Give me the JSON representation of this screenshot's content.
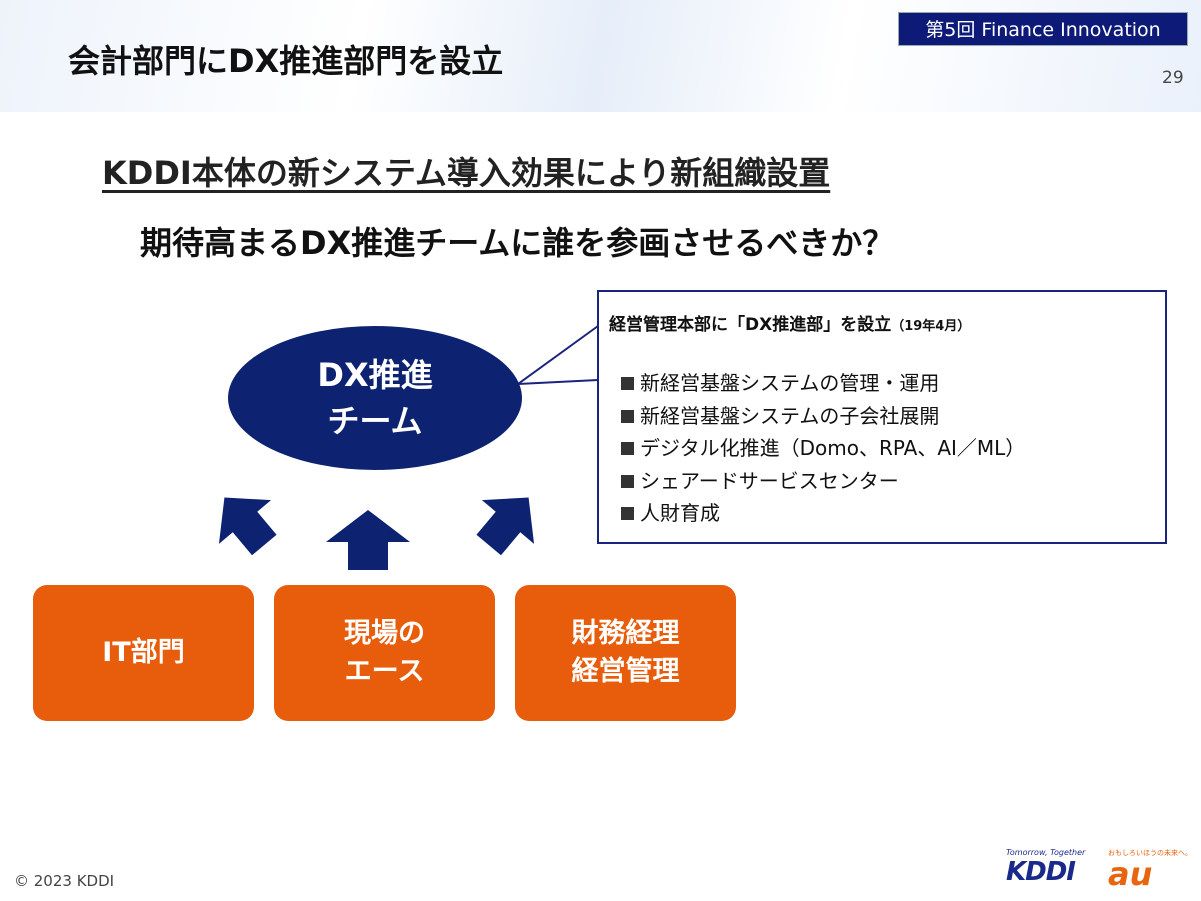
{
  "header": {
    "title": "会計部門にDX推進部門を設立",
    "badge": "第5回 Finance Innovation",
    "page_number": "29"
  },
  "headline": "KDDI本体の新システム導入効果により新組織設置",
  "subheadline": "期待高まるDX推進チームに誰を参画させるべきか？",
  "team": {
    "line1": "DX推進",
    "line2": "チーム"
  },
  "callout": {
    "title": "経営管理本部に「DX推進部」を設立",
    "date": "（19年4月）",
    "items": [
      "新経営基盤システムの管理・運用",
      "新経営基盤システムの子会社展開",
      "デジタル化推進（Domo、RPA、AI／ML）",
      "シェアードサービスセンター",
      "人財育成"
    ]
  },
  "sources": [
    {
      "lines": [
        "IT部門"
      ]
    },
    {
      "lines": [
        "現場の",
        "エース"
      ]
    },
    {
      "lines": [
        "財務経理",
        "経営管理"
      ]
    }
  ],
  "footer": {
    "copyright": "© 2023 KDDI",
    "kddi_tagline": "Tomorrow, Together",
    "kddi_logo": "KDDI",
    "au_tagline": "おもしろいほうの未来へ。",
    "au_logo": "au"
  },
  "colors": {
    "navy": "#0d1a78",
    "orange": "#e85d0c"
  }
}
